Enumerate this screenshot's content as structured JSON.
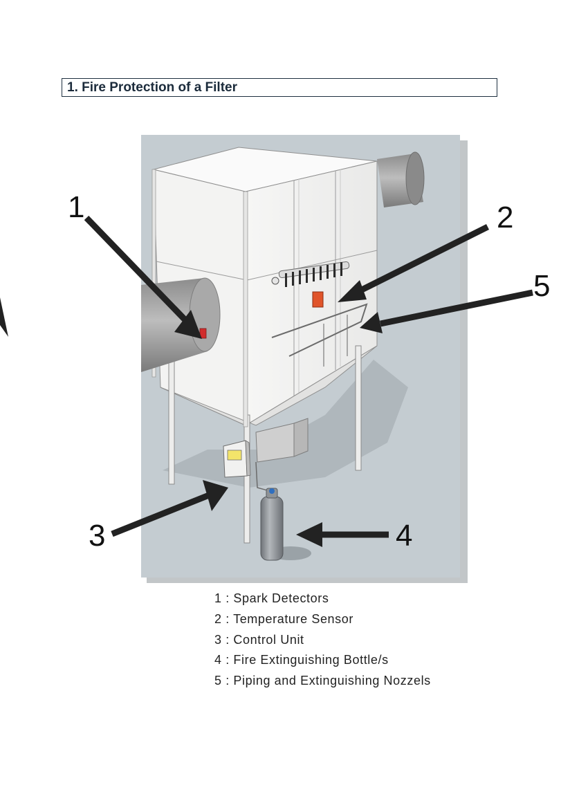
{
  "title": "1. Fire Protection of a Filter",
  "callouts": [
    {
      "number": "1",
      "component": "spark-detector"
    },
    {
      "number": "2",
      "component": "temperature-sensor"
    },
    {
      "number": "3",
      "component": "control-unit"
    },
    {
      "number": "4",
      "component": "extinguishing-bottle"
    },
    {
      "number": "5",
      "component": "piping-nozzles"
    }
  ],
  "legend": [
    "1 : Spark Detectors",
    "2 : Temperature Sensor",
    "3 : Control Unit",
    "4 : Fire Extinguishing Bottle/s",
    "5 : Piping and Extinguishing Nozzels"
  ],
  "colors": {
    "background_panel": "#c4ccd1",
    "housing": "#f2f2f1",
    "arrow": "#222222",
    "sensor": "#e0542a",
    "control_screen": "#f3e46a",
    "bottle": "#8e9296"
  }
}
